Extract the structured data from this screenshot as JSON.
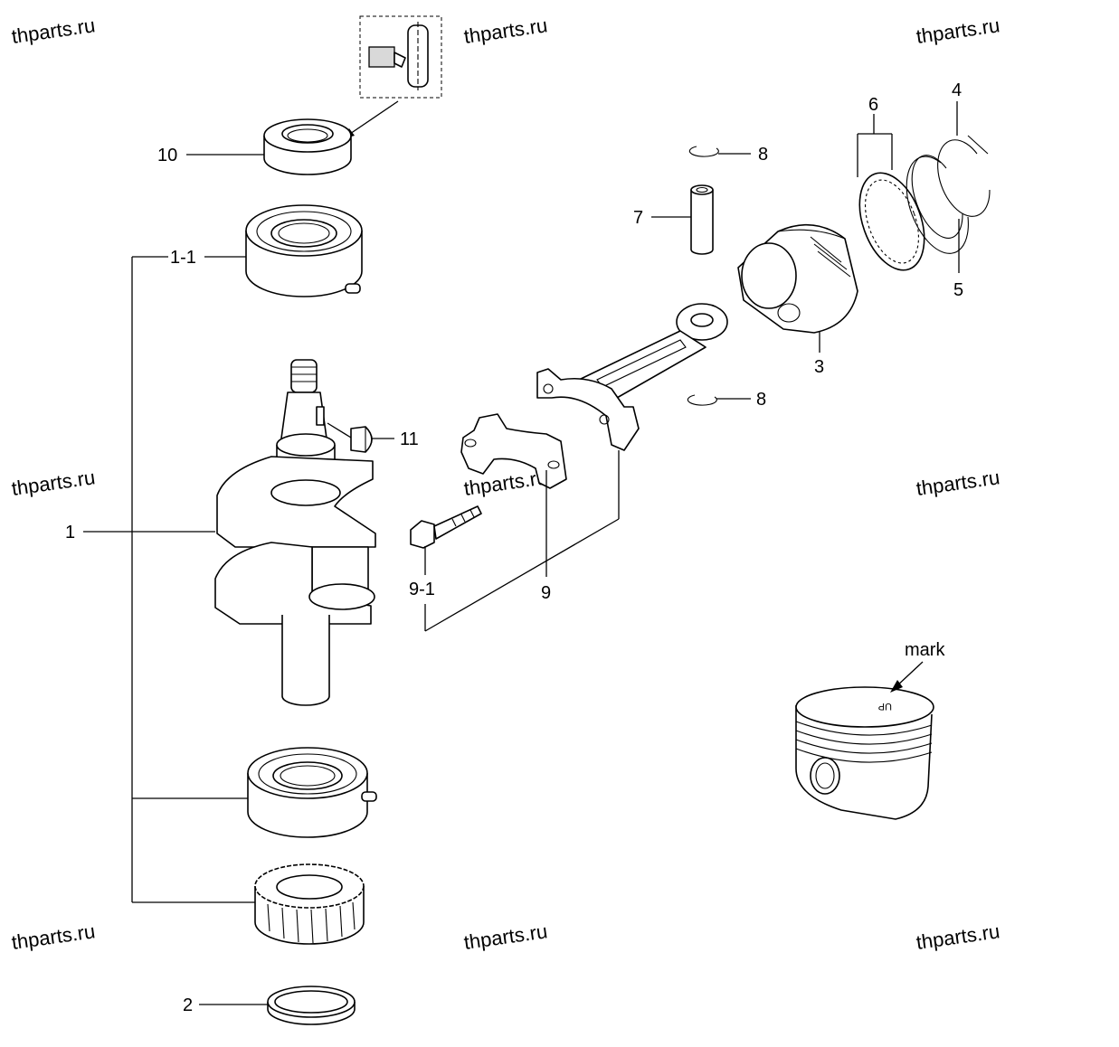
{
  "watermarks": [
    "thparts.ru",
    "thparts.ru",
    "thparts.ru",
    "thparts.ru",
    "thparts.ru",
    "thparts.ru",
    "thparts.ru",
    "thparts.ru",
    "thparts.ru"
  ],
  "callouts": {
    "c1": "1",
    "c1_1": "1-1",
    "c2": "2",
    "c3": "3",
    "c4": "4",
    "c5": "5",
    "c6": "6",
    "c7": "7",
    "c8a": "8",
    "c8b": "8",
    "c9": "9",
    "c9_1": "9-1",
    "c10": "10",
    "c11": "11"
  },
  "mark_label": "mark",
  "piston_marking": "UP"
}
